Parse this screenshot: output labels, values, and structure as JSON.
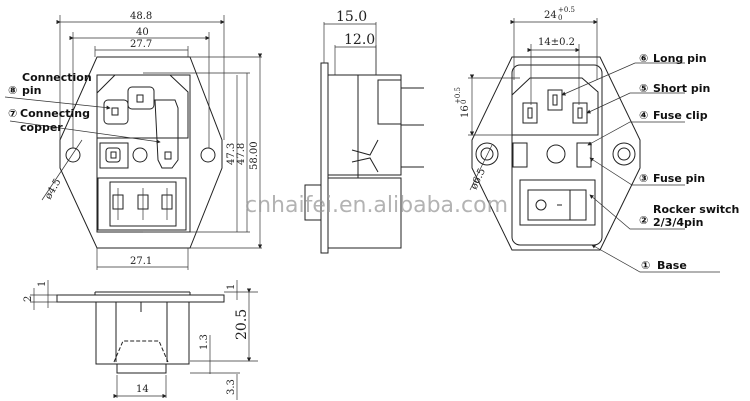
{
  "front_view": {
    "dims": {
      "overall_width": "48.8",
      "hole_spacing": "40",
      "inner_width": "27.7",
      "bottom_width": "27.1",
      "h1": "47.3",
      "h2": "47.8",
      "h3": "58.00",
      "hole_dia": "ø4.5"
    },
    "callouts": [
      {
        "num": "⑧",
        "line1": "Connection",
        "line2": "pin"
      },
      {
        "num": "⑦",
        "line1": "Connecting",
        "line2": "copper"
      }
    ]
  },
  "side_view": {
    "dims": {
      "depth": "15.0",
      "body_depth": "12.0"
    }
  },
  "back_view": {
    "dims": {
      "width": "24",
      "width_tol": "+0.5",
      "width_tol_low": "0",
      "pin_spacing": "14±0.2",
      "height": "16",
      "height_tol": "+0.5",
      "height_tol_low": "0",
      "hole_dia": "ø6.5"
    },
    "callouts": [
      {
        "num": "⑥",
        "label": "Long pin"
      },
      {
        "num": "⑤",
        "label": "Short pin"
      },
      {
        "num": "④",
        "label": "Fuse clip"
      },
      {
        "num": "③",
        "label": "Fuse pin"
      },
      {
        "num": "②",
        "label": "Rocker switch",
        "label2": "2/3/4pin"
      },
      {
        "num": "①",
        "label": "Base"
      }
    ]
  },
  "bottom_view": {
    "dims": {
      "flange_thk": "1",
      "flange_h": "2",
      "depth": "20.5",
      "step": "1.3",
      "foot": "3.3",
      "foot_width": "14",
      "top_thk": "1"
    }
  },
  "watermark": "cnhaifei.en.alibaba.com"
}
